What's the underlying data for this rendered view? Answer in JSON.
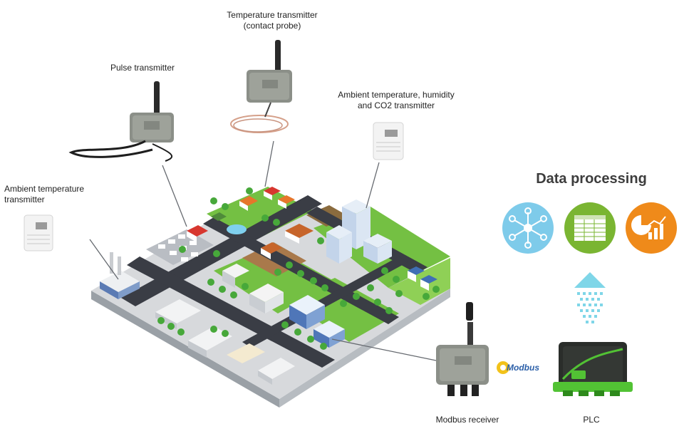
{
  "labels": {
    "temperature_contact": "Temperature transmitter\n(contact probe)",
    "pulse": "Pulse transmitter",
    "ambient_thc": "Ambient temperature, humidity\nand CO2 transmitter",
    "ambient_temp": "Ambient temperature\ntransmitter",
    "modbus_receiver": "Modbus receiver",
    "plc": "PLC"
  },
  "data_processing": {
    "title": "Data processing",
    "icons": [
      "network-icon",
      "spreadsheet-icon",
      "analytics-icon"
    ]
  },
  "modbus_logo": "Modbus",
  "colors": {
    "network": "#7ecbea",
    "spreadsheet": "#7ab532",
    "analytics": "#ef8a1a",
    "plc_green": "#52c234",
    "grass": "#74c043",
    "road": "#3a3d45"
  }
}
